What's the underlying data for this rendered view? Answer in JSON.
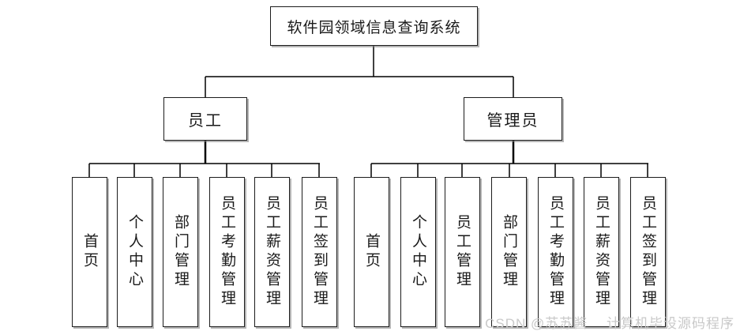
{
  "diagram": {
    "title": "软件园领域信息查询系统",
    "root": "软件园领域信息查询系统",
    "branches": [
      {
        "label": "员工",
        "children": [
          "首页",
          "个人中心",
          "部门管理",
          "员工考勤管理",
          "员工薪资管理",
          "员工签到管理"
        ]
      },
      {
        "label": "管理员",
        "children": [
          "首页",
          "个人中心",
          "员工管理",
          "部门管理",
          "员工考勤管理",
          "员工薪资管理",
          "员工签到管理"
        ]
      }
    ]
  },
  "watermark": {
    "text": "CSDN @苏苏酱　 计算机毕设源码程序",
    "color": "#c9c9c9"
  },
  "colors": {
    "background": "#ffffff",
    "line": "#000000",
    "box_border": "#1c1c1c",
    "box_fill": "#ffffff",
    "text": "#1a1a1a"
  }
}
